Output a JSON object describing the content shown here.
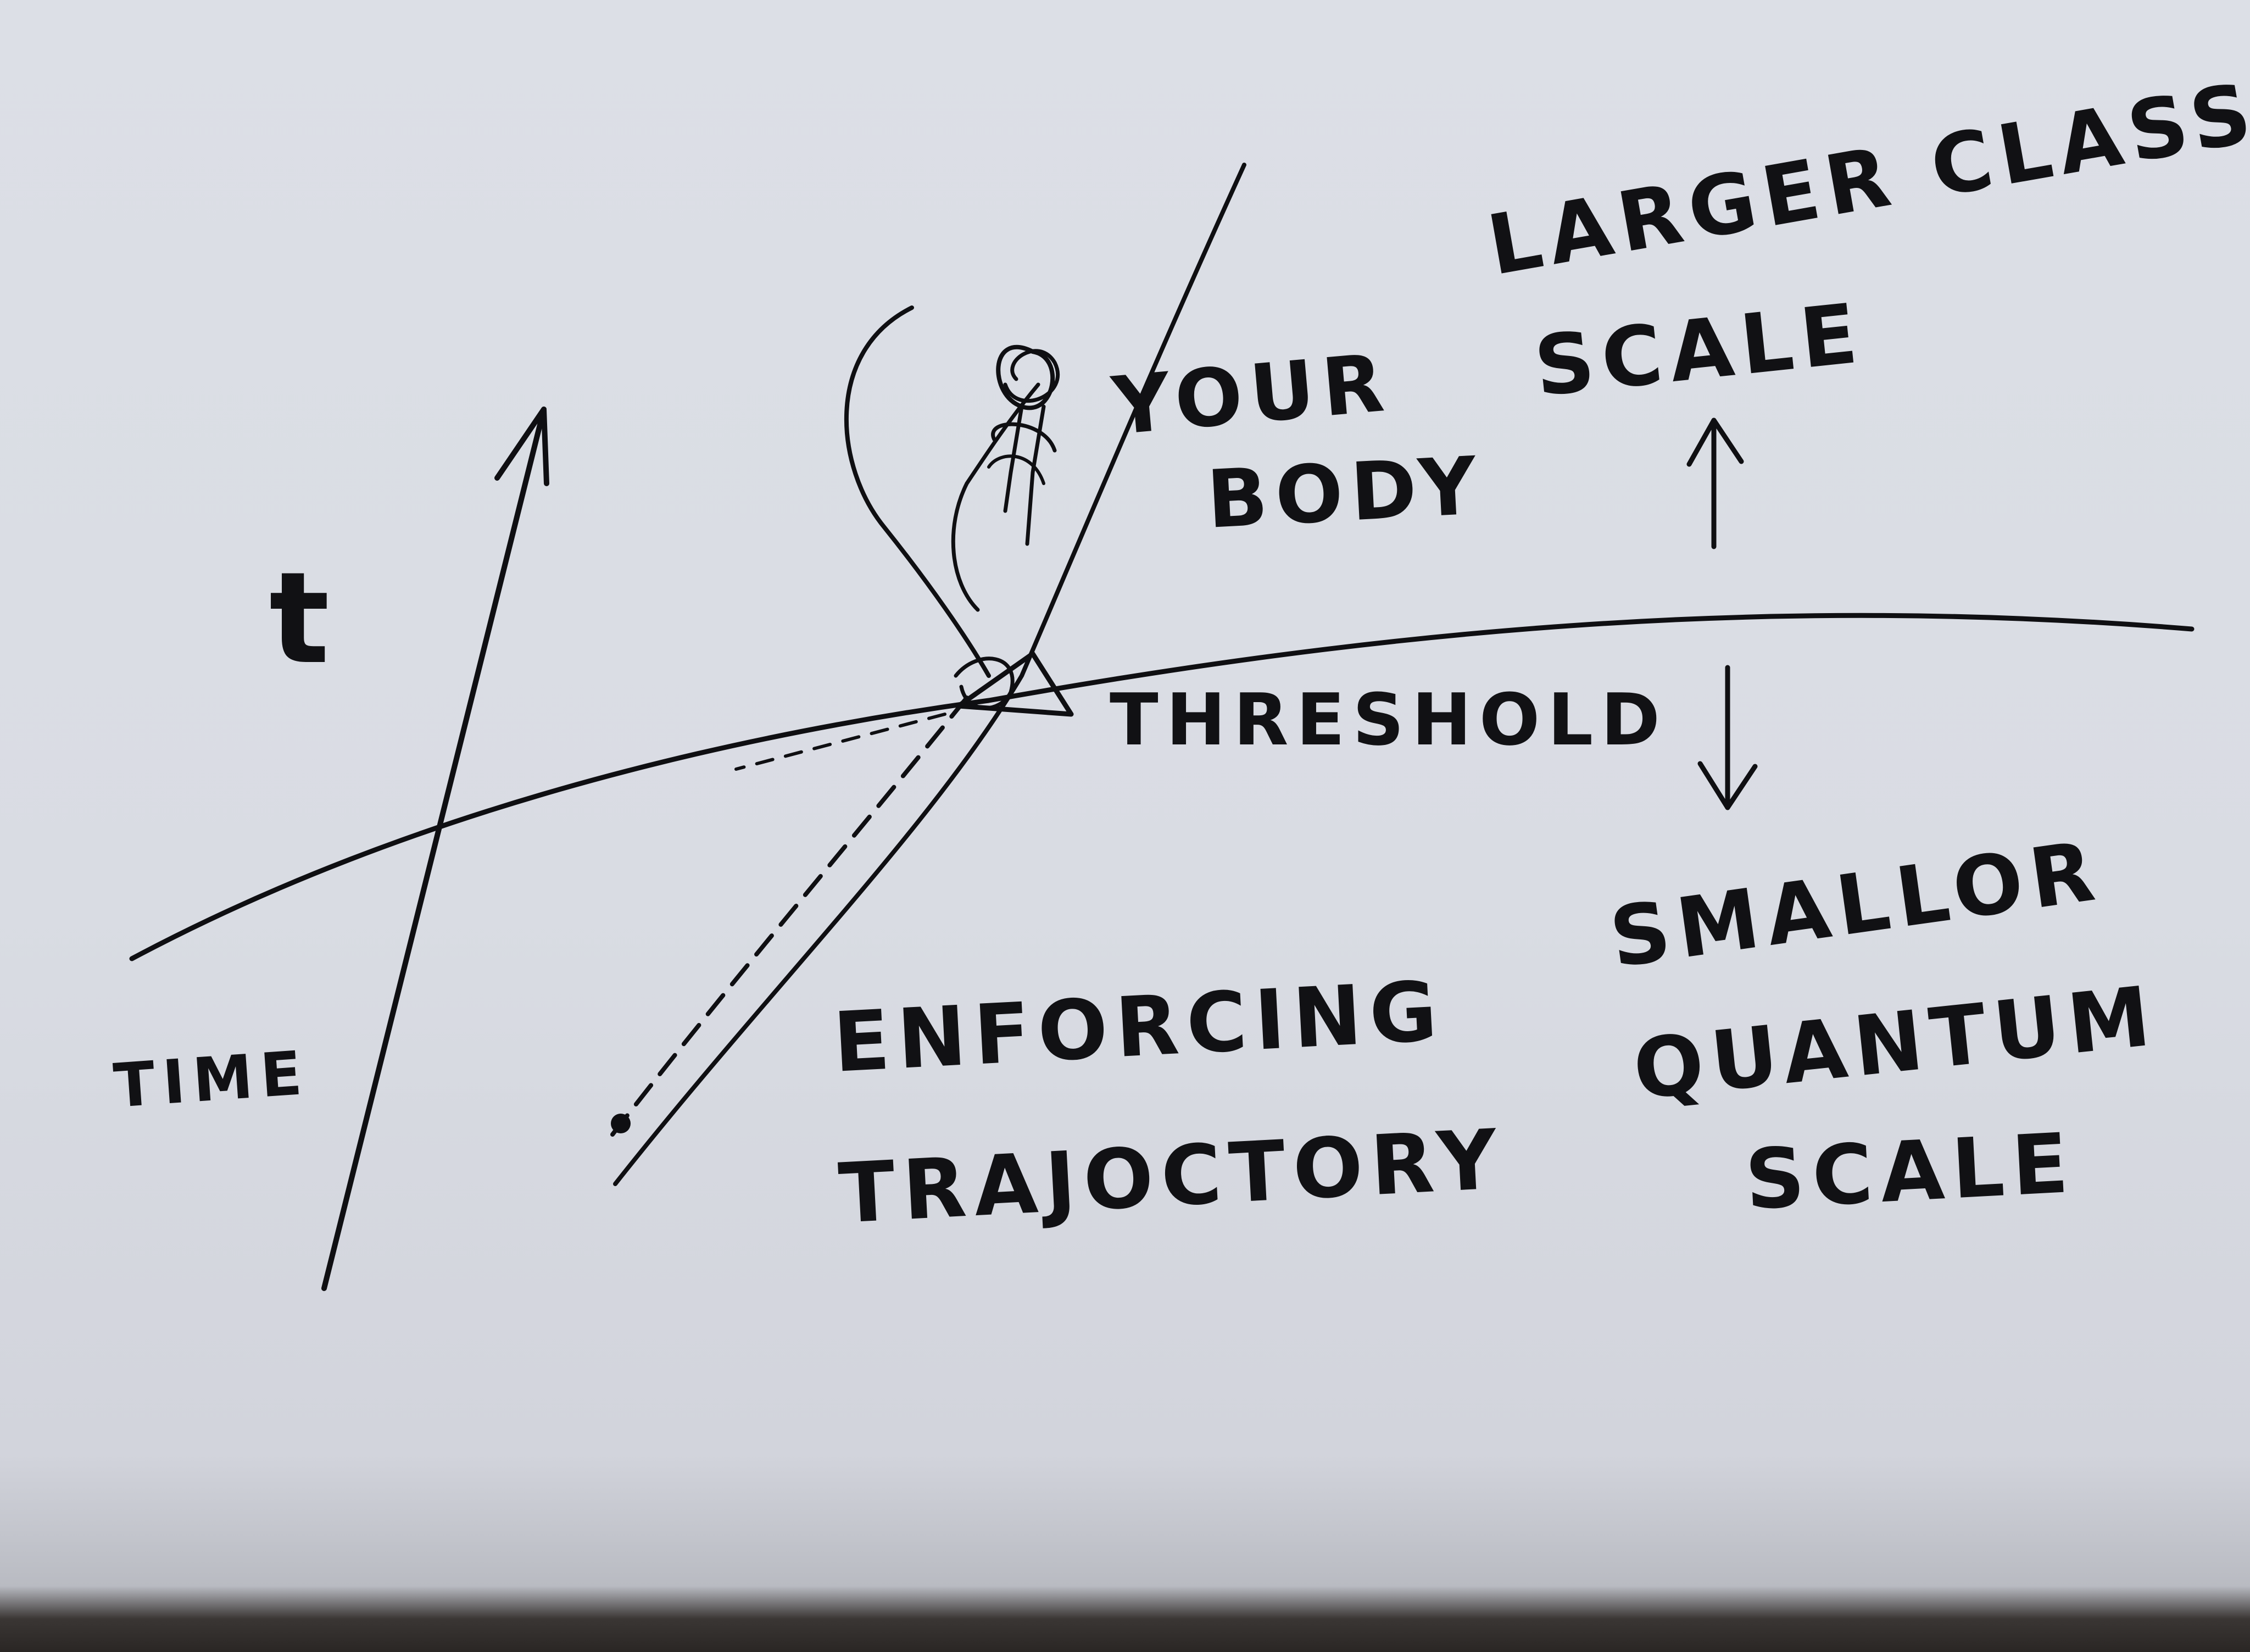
{
  "labels": {
    "t_symbol": "t",
    "time": "TIME",
    "your_body_line1": "YOUR",
    "your_body_line2": "BODY",
    "threshold": "THRESHOLD",
    "larger_line1": "LARGER CLASSICAL",
    "larger_line2": "SCALE",
    "smaller_line1": "SMALLOR",
    "smaller_line2": "QUANTUM",
    "smaller_line3": "SCALE",
    "enforcing_line1": "ENFORCING",
    "enforcing_line2": "TRAJOCTORY"
  },
  "colors": {
    "paper": "#dcdfe6",
    "ink": "#0f0f12"
  }
}
